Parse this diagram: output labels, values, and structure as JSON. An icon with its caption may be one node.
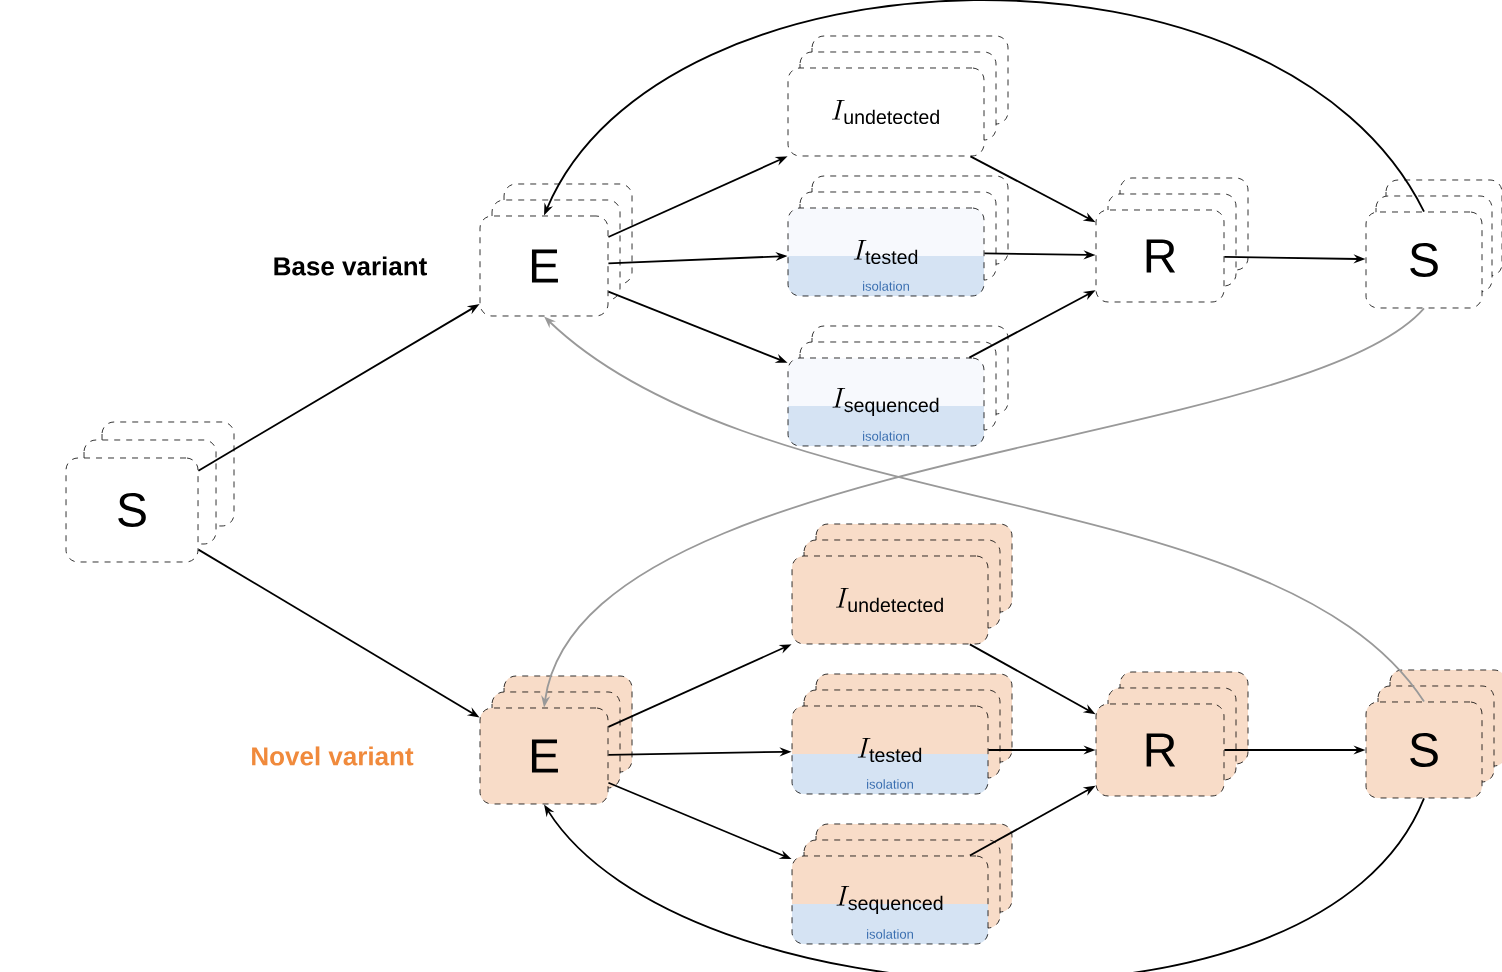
{
  "diagram": {
    "nodes": [
      {
        "text": [
          "S"
        ]
      },
      {
        "text": [
          "E"
        ]
      },
      {
        "text": [
          "I_{\\mathrm{undetected}}"
        ]
      },
      {
        "text": [
          "I_{\\mathrm{tested}}",
          "isolation"
        ]
      },
      {
        "text": [
          "I_{\\mathrm{sequenced}}",
          "isolation"
        ]
      },
      {
        "text": [
          "R"
        ]
      },
      {
        "text": [
          "S"
        ]
      },
      {
        "text": [
          "E"
        ]
      },
      {
        "text": [
          "I_{\\mathrm{undetected}}"
        ]
      },
      {
        "text": [
          "I_{\\mathrm{tested}}",
          "isolation"
        ]
      },
      {
        "text": [
          "I_{\\mathrm{sequenced}}",
          "isolation"
        ]
      },
      {
        "text": [
          "R"
        ]
      },
      {
        "text": [
          "S"
        ]
      }
    ],
    "edges": [
      {
        "from": 0,
        "to": 1,
        "arrow": "to"
      },
      {
        "from": 0,
        "to": 7,
        "arrow": "to"
      },
      {
        "from": 1,
        "to": 2,
        "arrow": "to"
      },
      {
        "from": 1,
        "to": 3,
        "arrow": "to"
      },
      {
        "from": 1,
        "to": 4,
        "arrow": "to"
      },
      {
        "from": 2,
        "to": 5,
        "arrow": "to"
      },
      {
        "from": 3,
        "to": 5,
        "arrow": "to"
      },
      {
        "from": 4,
        "to": 5,
        "arrow": "to"
      },
      {
        "from": 5,
        "to": 6,
        "arrow": "to"
      },
      {
        "from": 6,
        "to": 1,
        "arrow": "to"
      },
      {
        "from": 6,
        "to": 7,
        "arrow": "to",
        "color": "#999999"
      },
      {
        "from": 7,
        "to": 8,
        "arrow": "to"
      },
      {
        "from": 7,
        "to": 9,
        "arrow": "to"
      },
      {
        "from": 7,
        "to": 10,
        "arrow": "to"
      },
      {
        "from": 8,
        "to": 11,
        "arrow": "to"
      },
      {
        "from": 9,
        "to": 11,
        "arrow": "to"
      },
      {
        "from": 10,
        "to": 11,
        "arrow": "to"
      },
      {
        "from": 11,
        "to": 12,
        "arrow": "to"
      },
      {
        "from": 12,
        "to": 1,
        "arrow": "to",
        "color": "#999999"
      },
      {
        "from": 12,
        "to": 7,
        "arrow": "to"
      }
    ],
    "labels": [
      "Base variant",
      "Novel variant"
    ]
  }
}
